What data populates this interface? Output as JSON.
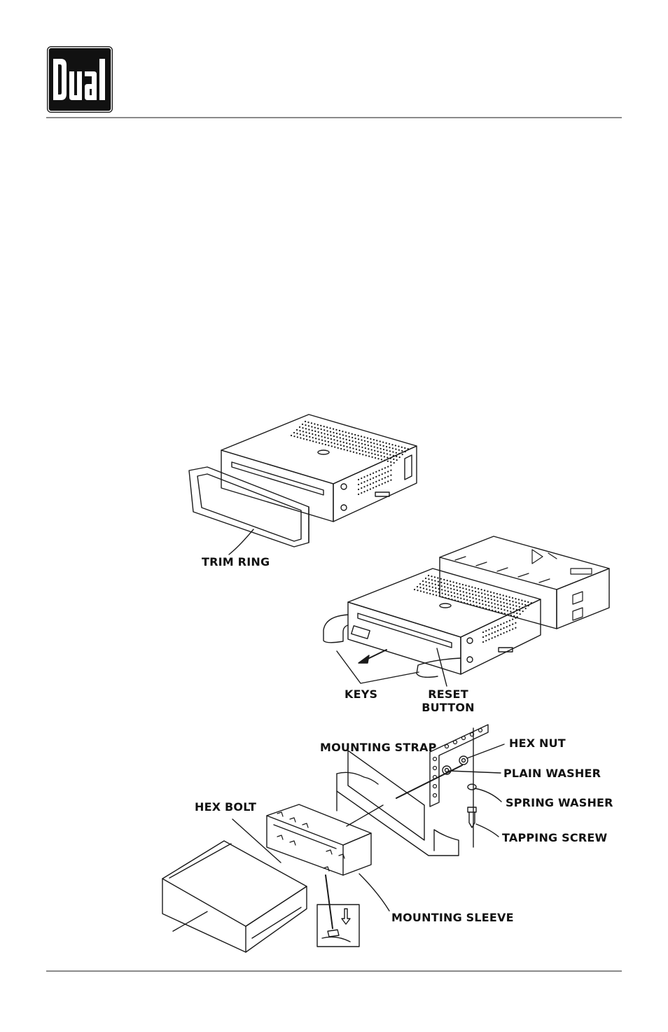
{
  "brand": {
    "logo_text": "Dual"
  },
  "diagram": {
    "labels": {
      "trim_ring": "TRIM RING",
      "keys": "KEYS",
      "reset_button_line1": "RESET",
      "reset_button_line2": "BUTTON",
      "mounting_strap": "MOUNTING STRAP",
      "hex_nut": "HEX NUT",
      "plain_washer": "PLAIN WASHER",
      "spring_washer": "SPRING WASHER",
      "hex_bolt": "HEX BOLT",
      "tapping_screw": "TAPPING SCREW",
      "mounting_sleeve": "MOUNTING SLEEVE"
    }
  }
}
